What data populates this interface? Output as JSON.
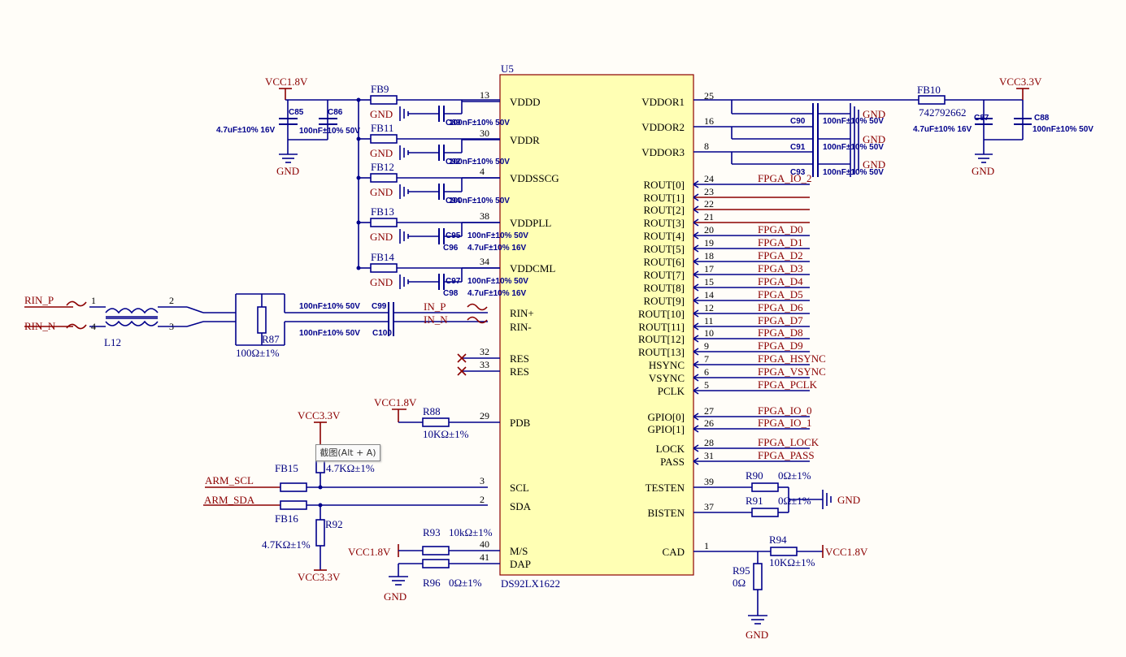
{
  "chip": {
    "ref": "U5",
    "part": "DS92LX1622",
    "left_pins": [
      {
        "name": "VDDD",
        "num": "13"
      },
      {
        "name": "VDDR",
        "num": "30"
      },
      {
        "name": "VDDSSCG",
        "num": "4"
      },
      {
        "name": "VDDPLL",
        "num": "38"
      },
      {
        "name": "VDDCML",
        "num": "34"
      },
      {
        "name": "RIN+",
        "num": ""
      },
      {
        "name": "RIN-",
        "num": ""
      },
      {
        "name": "RES",
        "num": "32"
      },
      {
        "name": "RES",
        "num": "33"
      },
      {
        "name": "PDB",
        "num": "29"
      },
      {
        "name": "SCL",
        "num": "3"
      },
      {
        "name": "SDA",
        "num": "2"
      },
      {
        "name": "M/S",
        "num": "40"
      },
      {
        "name": "DAP",
        "num": "41"
      }
    ],
    "right_pins": [
      {
        "name": "VDDOR1",
        "num": "25"
      },
      {
        "name": "VDDOR2",
        "num": "16"
      },
      {
        "name": "VDDOR3",
        "num": "8"
      },
      {
        "name": "ROUT[0]",
        "num": "24",
        "net": "FPGA_IO_2"
      },
      {
        "name": "ROUT[1]",
        "num": "23",
        "net": ""
      },
      {
        "name": "ROUT[2]",
        "num": "22",
        "net": ""
      },
      {
        "name": "ROUT[3]",
        "num": "21",
        "net": ""
      },
      {
        "name": "ROUT[4]",
        "num": "20",
        "net": "FPGA_D0"
      },
      {
        "name": "ROUT[5]",
        "num": "19",
        "net": "FPGA_D1"
      },
      {
        "name": "ROUT[6]",
        "num": "18",
        "net": "FPGA_D2"
      },
      {
        "name": "ROUT[7]",
        "num": "17",
        "net": "FPGA_D3"
      },
      {
        "name": "ROUT[8]",
        "num": "15",
        "net": "FPGA_D4"
      },
      {
        "name": "ROUT[9]",
        "num": "14",
        "net": "FPGA_D5"
      },
      {
        "name": "ROUT[10]",
        "num": "12",
        "net": "FPGA_D6"
      },
      {
        "name": "ROUT[11]",
        "num": "11",
        "net": "FPGA_D7"
      },
      {
        "name": "ROUT[12]",
        "num": "10",
        "net": "FPGA_D8"
      },
      {
        "name": "ROUT[13]",
        "num": "9",
        "net": "FPGA_D9"
      },
      {
        "name": "HSYNC",
        "num": "7",
        "net": "FPGA_HSYNC"
      },
      {
        "name": "VSYNC",
        "num": "6",
        "net": "FPGA_VSYNC"
      },
      {
        "name": "PCLK",
        "num": "5",
        "net": "FPGA_PCLK"
      },
      {
        "name": "GPIO[0]",
        "num": "27",
        "net": "FPGA_IO_0"
      },
      {
        "name": "GPIO[1]",
        "num": "26",
        "net": "FPGA_IO_1"
      },
      {
        "name": "LOCK",
        "num": "28",
        "net": "FPGA_LOCK"
      },
      {
        "name": "PASS",
        "num": "31",
        "net": "FPGA_PASS"
      },
      {
        "name": "TESTEN",
        "num": "39",
        "net": ""
      },
      {
        "name": "BISTEN",
        "num": "37",
        "net": ""
      },
      {
        "name": "CAD",
        "num": "1",
        "net": ""
      }
    ]
  },
  "labels": {
    "vcc18": "VCC1.8V",
    "vcc33": "VCC3.3V",
    "gnd": "GND",
    "c85": "C85",
    "c86": "C86",
    "c85v": "4.7uF±10% 16V",
    "c86v": "100nF±10% 50V",
    "fb9": "FB9",
    "fb11": "FB11",
    "fb12": "FB12",
    "fb13": "FB13",
    "fb14": "FB14",
    "fb10": "FB10",
    "fb10v": "742792662",
    "c89": "C89",
    "c92": "C92",
    "c94": "C94",
    "c95": "C95",
    "c96": "C96",
    "c97": "C97",
    "c98": "C98",
    "c100n": "100nF±10% 50V",
    "c47": "4.7uF±10% 16V",
    "c87": "C87",
    "c88": "C88",
    "c90": "C90",
    "c91": "C91",
    "c93": "C93",
    "rinp": "RIN_P",
    "rinn": "RIN_N",
    "l12": "L12",
    "r87": "R87",
    "r87v": "100Ω±1%",
    "c99": "C99",
    "c100": "C100",
    "inp": "IN_P",
    "inn": "IN_N",
    "r88": "R88",
    "r88v": "10KΩ±1%",
    "fb15": "FB15",
    "fb16": "FB16",
    "armscl": "ARM_SCL",
    "armsda": "ARM_SDA",
    "r92": "R92",
    "r47": "4.7KΩ±1%",
    "r93": "R93",
    "r93v": "10kΩ±1%",
    "r96": "R96",
    "r96v": "0Ω±1%",
    "r90": "R90",
    "r90v": "0Ω±1%",
    "r91": "R91",
    "r91v": "0Ω±1%",
    "r94": "R94",
    "r94v": "10KΩ±1%",
    "r95": "R95",
    "r95v": "0Ω"
  },
  "tooltip": "截图(Alt + A)"
}
